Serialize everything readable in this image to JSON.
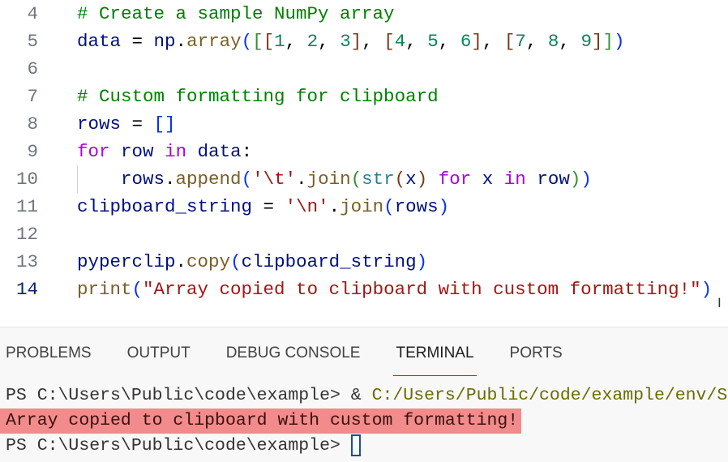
{
  "editor": {
    "active_line": "14",
    "lines": [
      {
        "num": "4",
        "tokens": [
          [
            "# Create a sample NumPy array",
            "c"
          ]
        ]
      },
      {
        "num": "5",
        "tokens": [
          [
            "data",
            "v"
          ],
          [
            " = ",
            "p"
          ],
          [
            "np",
            "v"
          ],
          [
            ".",
            "p"
          ],
          [
            "array",
            "f"
          ],
          [
            "(",
            "b1"
          ],
          [
            "[",
            "b2"
          ],
          [
            "[",
            "b3"
          ],
          [
            "1",
            "n"
          ],
          [
            ", ",
            "p"
          ],
          [
            "2",
            "n"
          ],
          [
            ", ",
            "p"
          ],
          [
            "3",
            "n"
          ],
          [
            "]",
            "b3"
          ],
          [
            ", ",
            "p"
          ],
          [
            "[",
            "b3"
          ],
          [
            "4",
            "n"
          ],
          [
            ", ",
            "p"
          ],
          [
            "5",
            "n"
          ],
          [
            ", ",
            "p"
          ],
          [
            "6",
            "n"
          ],
          [
            "]",
            "b3"
          ],
          [
            ", ",
            "p"
          ],
          [
            "[",
            "b3"
          ],
          [
            "7",
            "n"
          ],
          [
            ", ",
            "p"
          ],
          [
            "8",
            "n"
          ],
          [
            ", ",
            "p"
          ],
          [
            "9",
            "n"
          ],
          [
            "]",
            "b3"
          ],
          [
            "]",
            "b2"
          ],
          [
            ")",
            "b1"
          ]
        ]
      },
      {
        "num": "6",
        "tokens": []
      },
      {
        "num": "7",
        "tokens": [
          [
            "# Custom formatting for clipboard",
            "c"
          ]
        ]
      },
      {
        "num": "8",
        "tokens": [
          [
            "rows",
            "v"
          ],
          [
            " = ",
            "p"
          ],
          [
            "[]",
            "b1"
          ]
        ]
      },
      {
        "num": "9",
        "tokens": [
          [
            "for",
            "k"
          ],
          [
            " ",
            "p"
          ],
          [
            "row",
            "v"
          ],
          [
            " ",
            "p"
          ],
          [
            "in",
            "k"
          ],
          [
            " ",
            "p"
          ],
          [
            "data",
            "v"
          ],
          [
            ":",
            "p"
          ]
        ]
      },
      {
        "num": "10",
        "tokens": [
          [
            "    ",
            "p"
          ],
          [
            "rows",
            "v"
          ],
          [
            ".",
            "p"
          ],
          [
            "append",
            "f"
          ],
          [
            "(",
            "b1"
          ],
          [
            "'\\t'",
            "s"
          ],
          [
            ".",
            "p"
          ],
          [
            "join",
            "f"
          ],
          [
            "(",
            "b2"
          ],
          [
            "str",
            "m"
          ],
          [
            "(",
            "b3"
          ],
          [
            "x",
            "v"
          ],
          [
            ")",
            "b3"
          ],
          [
            " ",
            "p"
          ],
          [
            "for",
            "k"
          ],
          [
            " ",
            "p"
          ],
          [
            "x",
            "v"
          ],
          [
            " ",
            "p"
          ],
          [
            "in",
            "k"
          ],
          [
            " ",
            "p"
          ],
          [
            "row",
            "v"
          ],
          [
            ")",
            "b2"
          ],
          [
            ")",
            "b1"
          ]
        ]
      },
      {
        "num": "11",
        "tokens": [
          [
            "clipboard_string",
            "v"
          ],
          [
            " = ",
            "p"
          ],
          [
            "'\\n'",
            "s"
          ],
          [
            ".",
            "p"
          ],
          [
            "join",
            "f"
          ],
          [
            "(",
            "b1"
          ],
          [
            "rows",
            "v"
          ],
          [
            ")",
            "b1"
          ]
        ]
      },
      {
        "num": "12",
        "tokens": []
      },
      {
        "num": "13",
        "tokens": [
          [
            "pyperclip",
            "v"
          ],
          [
            ".",
            "p"
          ],
          [
            "copy",
            "f"
          ],
          [
            "(",
            "b1"
          ],
          [
            "clipboard_string",
            "v"
          ],
          [
            ")",
            "b1"
          ]
        ]
      },
      {
        "num": "14",
        "tokens": [
          [
            "print",
            "f"
          ],
          [
            "(",
            "b1"
          ],
          [
            "\"Array copied to clipboard with custom formatting!\"",
            "s"
          ],
          [
            ")",
            "b1"
          ]
        ]
      }
    ]
  },
  "panel": {
    "tabs": [
      "PROBLEMS",
      "OUTPUT",
      "DEBUG CONSOLE",
      "TERMINAL",
      "PORTS"
    ],
    "active_tab": "TERMINAL",
    "terminal": {
      "prompt1": "PS C:\\Users\\Public\\code\\example> ",
      "cmd_amp": "& ",
      "cmd_path": "C:/Users/Public/code/example/env/S",
      "output": "Array copied to clipboard with custom formatting!",
      "prompt2": "PS C:\\Users\\Public\\code\\example> "
    }
  }
}
